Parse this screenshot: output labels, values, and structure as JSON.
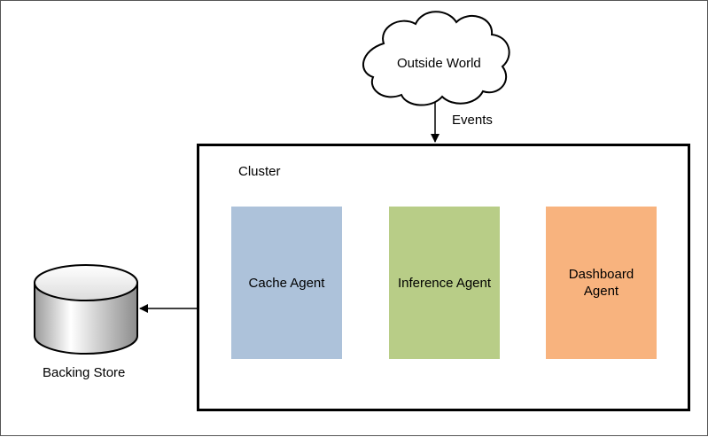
{
  "external": {
    "label": "Outside World"
  },
  "flow": {
    "events_label": "Events"
  },
  "cluster": {
    "label": "Cluster",
    "agents": [
      {
        "label": "Cache Agent",
        "color": "#adc2da"
      },
      {
        "label": "Inference Agent",
        "color": "#b8cd87"
      },
      {
        "label": "Dashboard Agent",
        "color": "#f8b37e"
      }
    ]
  },
  "store": {
    "label": "Backing Store"
  }
}
